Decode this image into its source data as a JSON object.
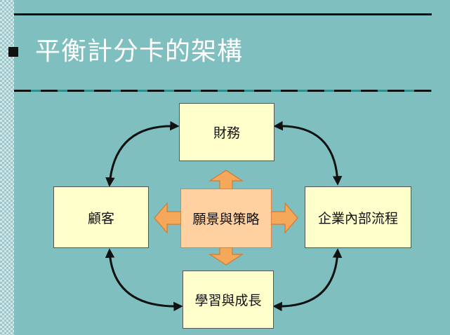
{
  "slide": {
    "title": "平衡計分卡的架構"
  },
  "diagram": {
    "nodes": {
      "finance": "財務",
      "customer": "顧客",
      "vision": "願景與策略",
      "internal": "企業內部流程",
      "learning": "學習與成長"
    }
  },
  "colors": {
    "background": "#7fbfbf",
    "box_fill": "#ffffcc",
    "center_fill": "#ffd0a0",
    "center_arrow": "#f5a75a",
    "title_text": "#ffffff",
    "rule": "#111111",
    "dash_teal": "#2f8f8f"
  }
}
